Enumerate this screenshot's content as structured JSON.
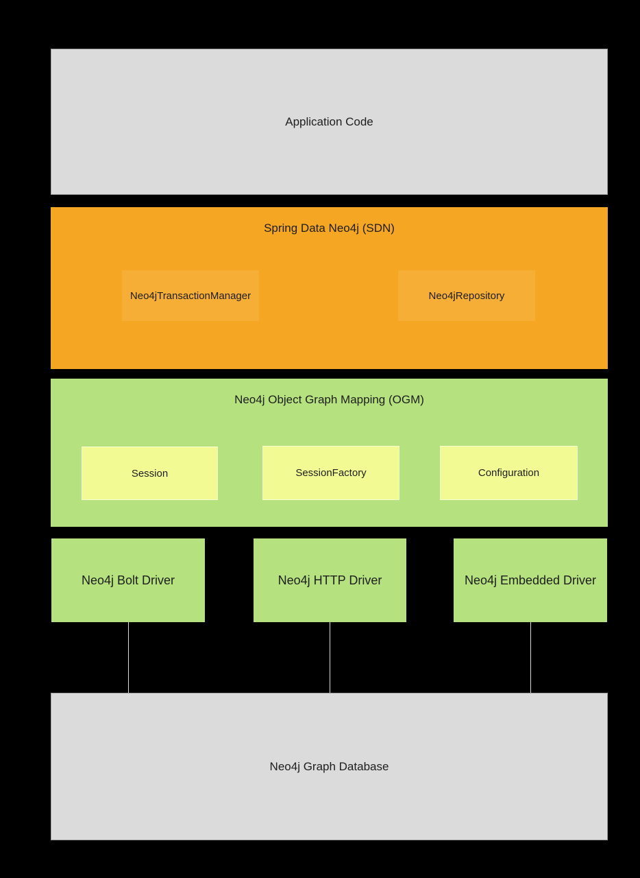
{
  "colors": {
    "canvas_bg": "#000000",
    "gray_box": "#dbdbdb",
    "gray_border": "#a0a0a0",
    "orange_box": "#f5a623",
    "orange_inner": "#f6ae36",
    "green_box": "#b5e27e",
    "yellow_box": "#f2fb93",
    "yellow_border": "#f6fcd4",
    "connector": "#d9d9d9",
    "text_dark": "#1d1d1d"
  },
  "diagram": {
    "application": {
      "label": "Application Code"
    },
    "sdn": {
      "title": "Spring Data Neo4j (SDN)",
      "children": [
        {
          "label": "Neo4jTransactionManager"
        },
        {
          "label": "Neo4jRepository"
        }
      ]
    },
    "ogm": {
      "title": "Neo4j Object Graph Mapping (OGM)",
      "children": [
        {
          "label": "Session"
        },
        {
          "label": "SessionFactory"
        },
        {
          "label": "Configuration"
        }
      ]
    },
    "drivers": [
      {
        "label": "Neo4j Bolt Driver"
      },
      {
        "label": "Neo4j HTTP Driver"
      },
      {
        "label": "Neo4j Embedded Driver"
      }
    ],
    "database": {
      "label": "Neo4j Graph Database"
    }
  }
}
